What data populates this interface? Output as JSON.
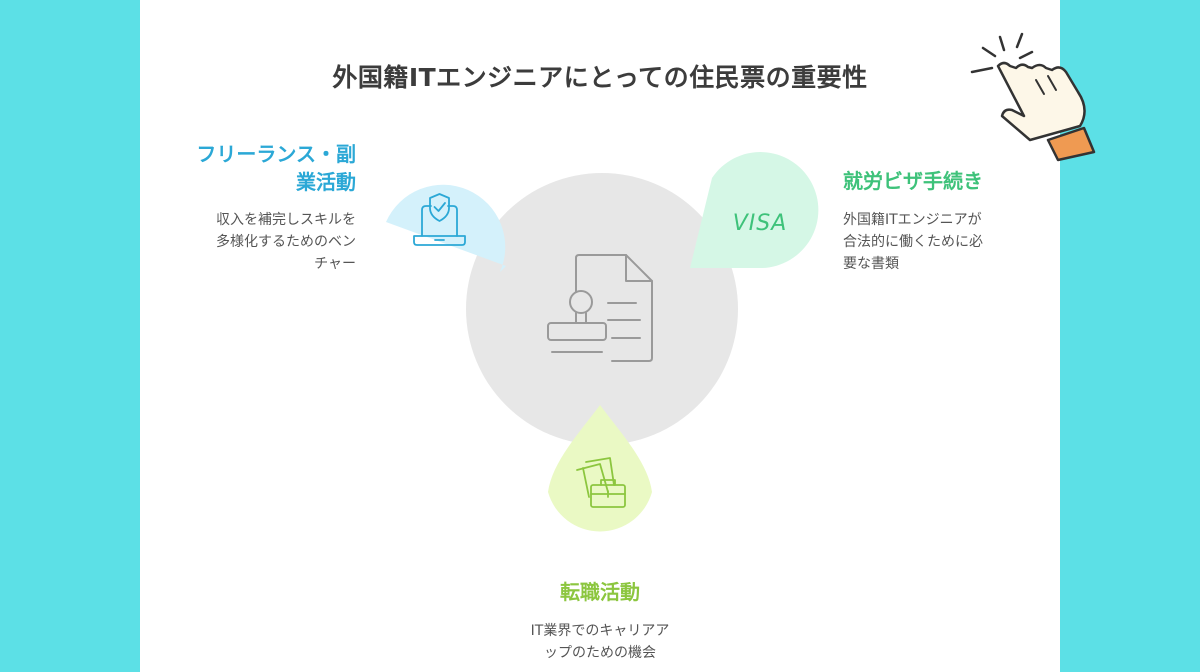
{
  "title": "外国籍ITエンジニアにとっての住民票の重要性",
  "center": {
    "icon": "document-stamp-icon"
  },
  "nodes": {
    "freelance": {
      "heading_line1": "フリーランス・副",
      "heading_line2": "業活動",
      "desc_line1": "収入を補完しスキルを",
      "desc_line2": "多様化するためのベン",
      "desc_line3": "チャー",
      "icon": "laptop-shield-icon",
      "color": "#2ba8d6"
    },
    "visa": {
      "heading": "就労ビザ手続き",
      "desc_line1": "外国籍ITエンジニアが",
      "desc_line2": "合法的に働くために必",
      "desc_line3": "要な書類",
      "icon_text": "VISA",
      "color": "#3ec27a"
    },
    "jobchange": {
      "heading": "転職活動",
      "desc_line1": "IT業界でのキャリアア",
      "desc_line2": "ップのための機会",
      "icon": "documents-briefcase-icon",
      "color": "#8cc63f"
    }
  },
  "decoration": {
    "icon": "pointing-hand-icon"
  }
}
